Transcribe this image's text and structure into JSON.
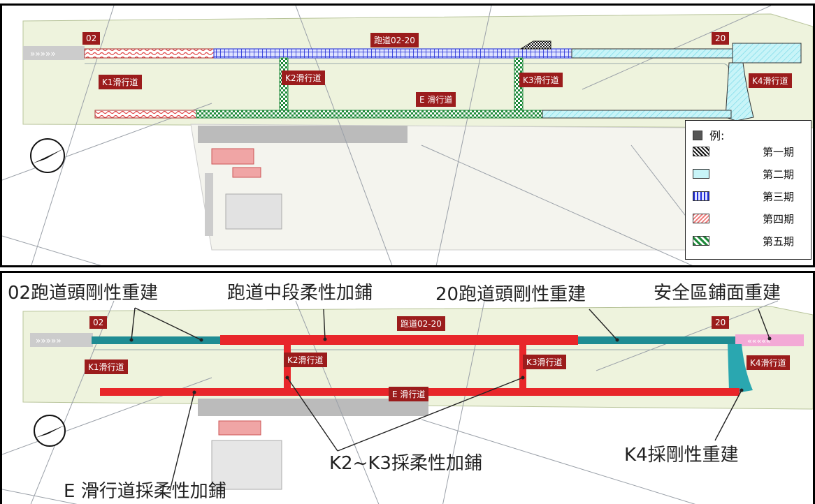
{
  "top": {
    "runway_label": "跑道02-20",
    "rwy_end_left": "02",
    "rwy_end_right": "20",
    "taxiways": {
      "k1": "K1滑行道",
      "k2": "K2滑行道",
      "e": "E 滑行道",
      "k3": "K3滑行道",
      "k4": "K4滑行道"
    },
    "legend": {
      "title": "例:",
      "items": [
        {
          "label": "第一期",
          "color": "#222222"
        },
        {
          "label": "第二期",
          "color": "#bff0f5"
        },
        {
          "label": "第三期",
          "color": "#1f2bd6"
        },
        {
          "label": "第四期",
          "color": "#f08080"
        },
        {
          "label": "第五期",
          "color": "#1e8a3a"
        }
      ]
    }
  },
  "bottom": {
    "runway_label": "跑道02-20",
    "rwy_end_left": "02",
    "rwy_end_right": "20",
    "taxiways": {
      "k1": "K1滑行道",
      "k2": "K2滑行道",
      "k3": "K3滑行道",
      "e": "E 滑行道",
      "k4": "K4滑行道"
    },
    "annotations": {
      "rwy02_rebuild": "02跑道頭剛性重建",
      "mid_overlay": "跑道中段柔性加鋪",
      "rwy20_rebuild": "20跑道頭剛性重建",
      "safety_area": "安全區鋪面重建",
      "k2k3": "K2~K3採柔性加鋪",
      "k4": "K4採剛性重建",
      "e_taxiway": "E 滑行道採柔性加鋪"
    }
  },
  "colors": {
    "flexible": "#e8262a",
    "rigid": "#1f8c93",
    "safety": "#f3a9d6",
    "label_bg": "#9b1c1c"
  }
}
